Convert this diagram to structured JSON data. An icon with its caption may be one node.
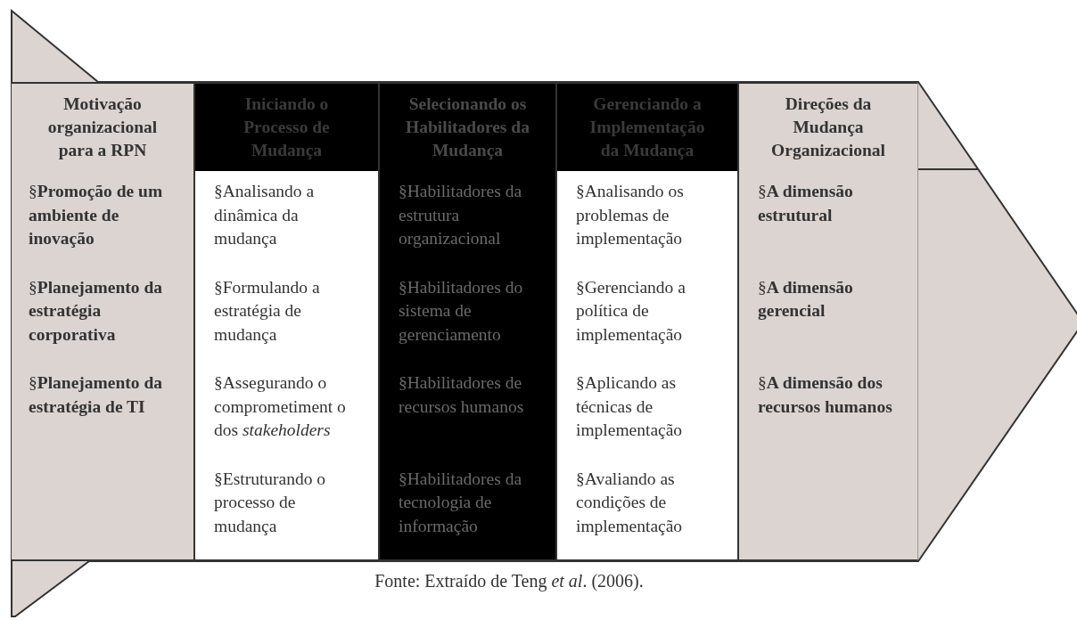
{
  "diagram": {
    "caption": "Fonte: Extraído de Teng *et al*. (2006).",
    "nodes": [
      {
        "text": [
          "Motivação organizacional para a RPN",
          "§**Promoção de um ambiente de inovação**",
          "§**Planejamento da estratégia corporativa**",
          "§**Planejamento da estratégia de TI**"
        ]
      },
      {
        "text": [
          "Iniciando o Processo de Mudança",
          "§Analisando a dinâmica da mudança",
          "§Formulando a estratégia de mudança",
          "§Assegurando o comprometiment o dos *stakeholders*",
          "§Estruturando o processo de mudança"
        ]
      },
      {
        "text": [
          "Selecionando os Habilitadores da Mudança",
          "§Habilitadores da estrutura organizacional",
          "§Habilitadores do sistema de gerenciamento",
          "§Habilitadores de recursos humanos",
          "§Habilitadores da tecnologia de informação"
        ]
      },
      {
        "text": [
          "Gerenciando a Implementação da Mudança",
          "§Analisando os problemas de implementação",
          "§Gerenciando a política de implementação",
          "§Aplicando as técnicas de implementação",
          "§Avaliando as condições de implementação"
        ]
      },
      {
        "text": [
          "Direções da Mudança Organizacional",
          "§**A dimensão estrutural**",
          "§**A dimensão gerencial**",
          "§**A dimensão dos recursos humanos**"
        ]
      }
    ]
  }
}
